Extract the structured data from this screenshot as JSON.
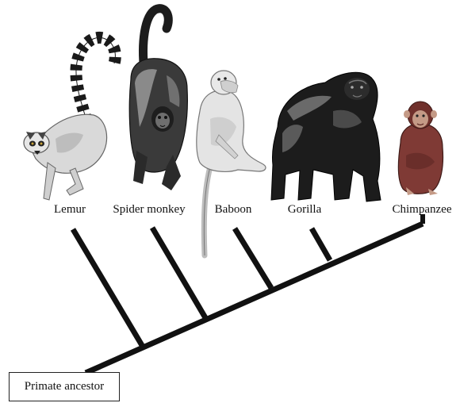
{
  "tree": {
    "taxa": [
      {
        "id": "lemur",
        "label": "Lemur"
      },
      {
        "id": "spider-monkey",
        "label": "Spider monkey"
      },
      {
        "id": "baboon",
        "label": "Baboon"
      },
      {
        "id": "gorilla",
        "label": "Gorilla"
      },
      {
        "id": "chimpanzee",
        "label": "Chimpanzee"
      }
    ],
    "root_label": "Primate ancestor"
  },
  "icons": [
    "lemur-illustration-icon",
    "spider-monkey-illustration-icon",
    "baboon-illustration-icon",
    "gorilla-illustration-icon",
    "chimpanzee-illustration-icon"
  ],
  "colors": {
    "line": "#111111",
    "dark_fur": "#2a2a2a",
    "mid_fur": "#7a7a7a",
    "light_fur": "#d6d6d6",
    "chimp_fur": "#7f3a35"
  }
}
